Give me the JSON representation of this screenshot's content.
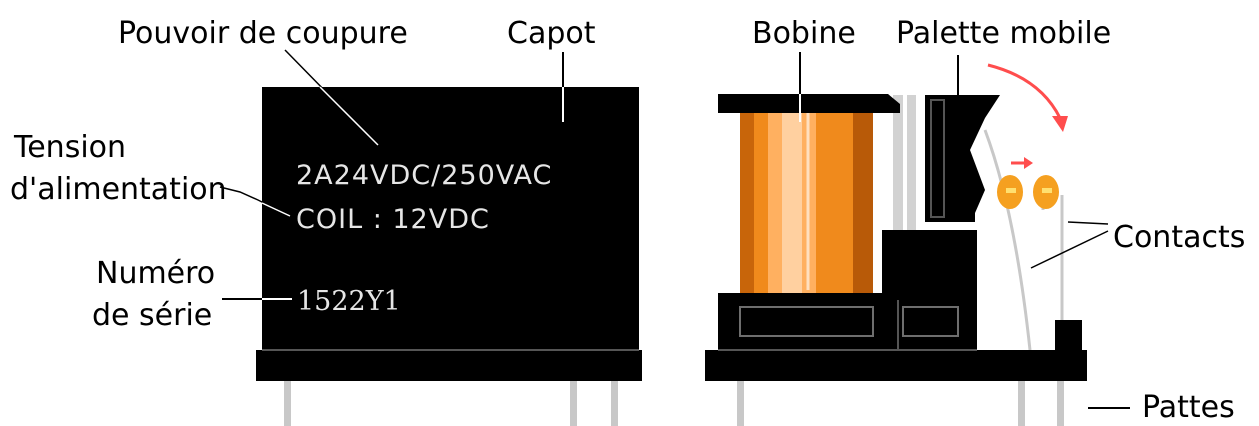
{
  "labels": {
    "breaking_capacity": "Pouvoir de coupure",
    "cover": "Capot",
    "supply_voltage_line1": "Tension",
    "supply_voltage_line2": "d'alimentation",
    "serial_number_line1": "Numéro",
    "serial_number_line2": "de série",
    "coil": "Bobine",
    "moving_armature": "Palette mobile",
    "contacts": "Contacts",
    "pins": "Pattes"
  },
  "relay_print": {
    "rating": "2A24VDC/250VAC",
    "coil": "COIL : 12VDC",
    "serial": "1522Y1"
  },
  "colors": {
    "relay_body": "#000000",
    "pin": "#c8c8c8",
    "coil_winding": "#f08a1c",
    "coil_highlight": "#ffc090",
    "contact": "#f5a020",
    "motion_arrow": "#ff4d4d"
  }
}
